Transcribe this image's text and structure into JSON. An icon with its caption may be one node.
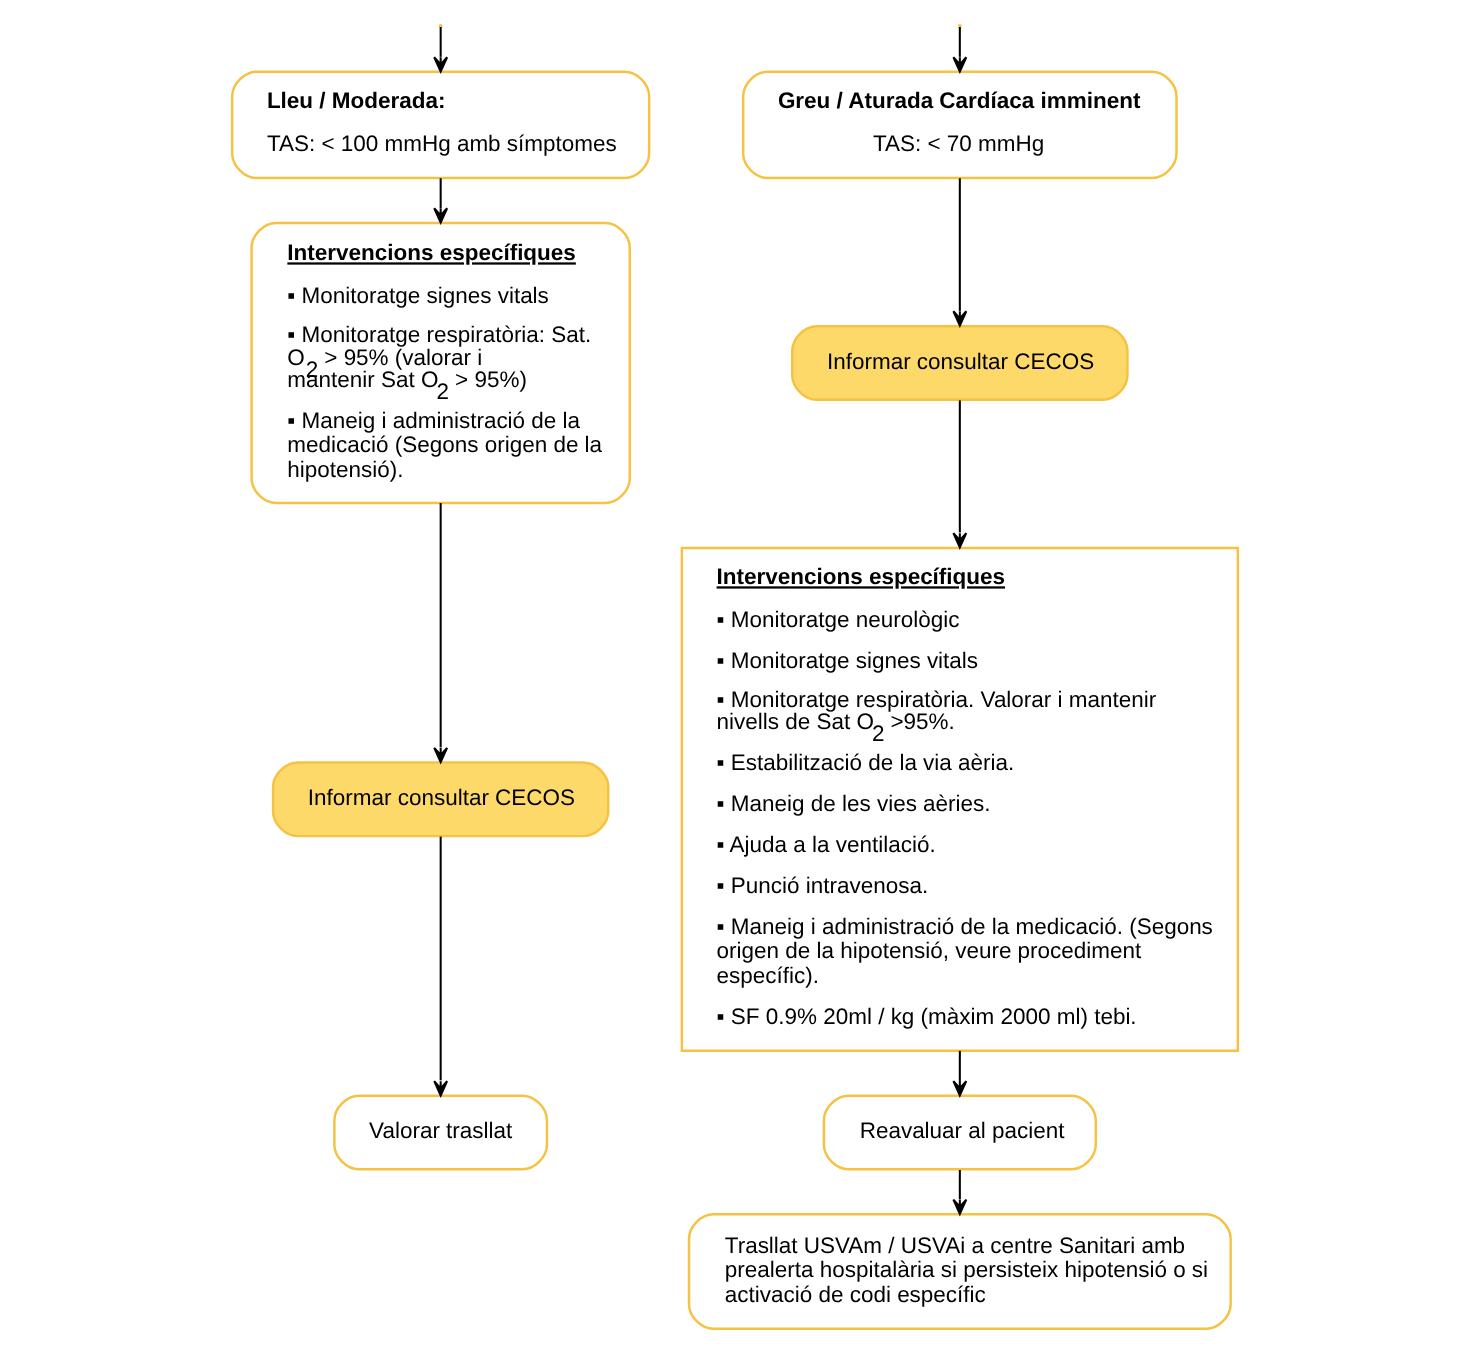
{
  "diagram": {
    "nodes": [
      {
        "text": [
          "Lleu / Moderada:",
          "TAS: < 100 mmHg amb símptomes"
        ]
      },
      {
        "text": [
          "Greu / Aturada Cardíaca imminent",
          "TAS: < 70 mmHg"
        ]
      },
      {
        "text": [
          "Intervencions específiques",
          "▪ Monitoratge signes vitals",
          "▪ Monitoratge respiratòria: Sat. O$_{2}$ > 95% (valorar i mantenir Sat O$_{2}$ > 95%)",
          "▪ Maneig i administració de la medicació (Segons origen de la hipotensió)."
        ]
      },
      {
        "text": [
          "Informar consultar CECOS"
        ]
      },
      {
        "text": [
          "Valorar trasllat"
        ]
      },
      {
        "text": [
          "Informar consultar CECOS"
        ]
      },
      {
        "text": [
          "Intervencions específiques",
          "▪ Monitoratge neurològic",
          "▪ Monitoratge signes vitals",
          "▪ Monitoratge respiratòria. Valorar i mantenir nivells de Sat O$_{2}$ >95%.",
          "▪ Estabilització de la via aèria.",
          "▪ Maneig de les vies aèries.",
          "▪ Ajuda a la ventilació.",
          "▪ Punció intravenosa.",
          "▪ Maneig i administració de la medicació. (Segons origen de la hipotensió, veure procediment específic).",
          "▪ SF 0.9% 20ml / kg (màxim 2000 ml) tebi."
        ]
      },
      {
        "text": [
          "Reavaluar al pacient"
        ]
      },
      {
        "text": [
          "Trasllat USVAm / USVAi a centre Sanitari amb prealerta hospitalària si persisteix hipotensió o si activació de codi específic"
        ]
      }
    ],
    "edges": [
      {
        "from": null,
        "to": 0,
        "arrow": "to"
      },
      {
        "from": null,
        "to": 1,
        "arrow": "to"
      },
      {
        "from": 0,
        "to": 2,
        "arrow": "to"
      },
      {
        "from": 2,
        "to": 3,
        "arrow": "to"
      },
      {
        "from": 3,
        "to": 4,
        "arrow": "to"
      },
      {
        "from": 1,
        "to": 5,
        "arrow": "to"
      },
      {
        "from": 5,
        "to": 6,
        "arrow": "to"
      },
      {
        "from": 6,
        "to": 7,
        "arrow": "to"
      },
      {
        "from": 7,
        "to": 8,
        "arrow": "to"
      }
    ]
  }
}
